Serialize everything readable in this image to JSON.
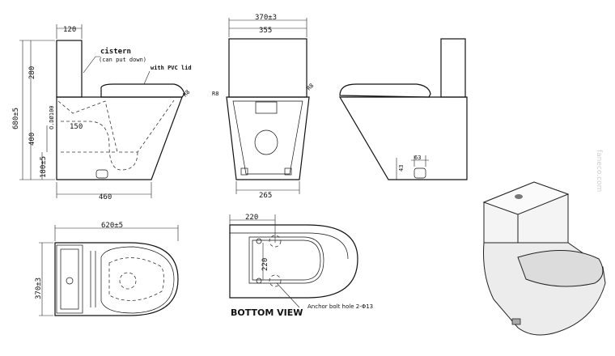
{
  "side_view": {
    "dim_width_cistern": "120",
    "label_cistern": "cistern",
    "label_cistern_note": "(can put down)",
    "label_lid": "with PVC lid",
    "radius": "R8",
    "dim_total_height": "680±5",
    "dim_cistern_height": "280",
    "dim_bowl_height": "400",
    "dim_outlet_diameter": "O.DØ100",
    "dim_outlet_length": "150",
    "dim_outlet_height": "180±5",
    "dim_base_length": "460"
  },
  "front_view": {
    "dim_top_width": "370±3",
    "dim_cistern_width": "355",
    "radius_left": "R8",
    "radius_right": "R8",
    "dim_base_width": "265"
  },
  "rear_view": {
    "dim_inlet_height": "43",
    "dim_inlet_width": "63"
  },
  "top_view": {
    "dim_length": "620±5",
    "dim_width": "370±3"
  },
  "bottom_view": {
    "dim_horizontal": "220",
    "dim_vertical": "220",
    "label_anchor": "Anchor bolt hole  2-Φ13",
    "title": "BOTTOM VIEW"
  },
  "watermark": "faneco.com"
}
